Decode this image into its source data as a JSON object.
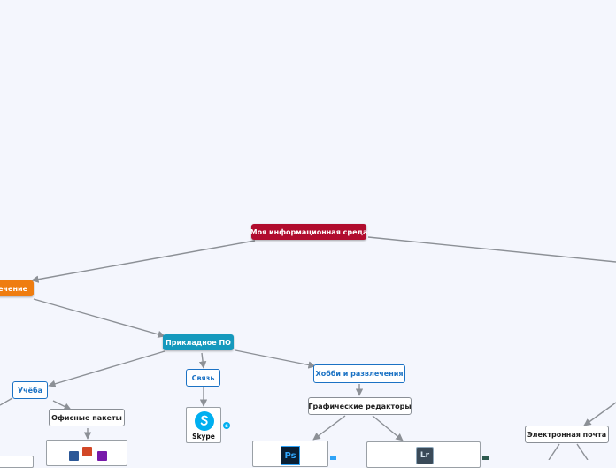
{
  "map": {
    "root": "Моя информационная среда",
    "branch_left": "ечение",
    "applied": "Прикладное ПО",
    "study": "Учёба",
    "office": "Офисные пакеты",
    "comm": "Связь",
    "skype_caption": "Skype",
    "hobby": "Хобби и развлечения",
    "graphics": "Графические редакторы",
    "email": "Электронная почта"
  },
  "icons": {
    "skype": "skype-icon",
    "photoshop": "photoshop-icon",
    "lightroom": "lightroom-icon",
    "office_apps": "office-apps-icon",
    "skype_small": "skype-small-icon"
  },
  "logos": {
    "photoshop_text": "Ps",
    "lightroom_text": "Lr"
  },
  "colors": {
    "root": "#b10c2e",
    "orange": "#ef7d10",
    "teal": "#1599bd",
    "blue": "#1b72c4",
    "edge": "#8c9096",
    "background": "#f4f6fd"
  }
}
